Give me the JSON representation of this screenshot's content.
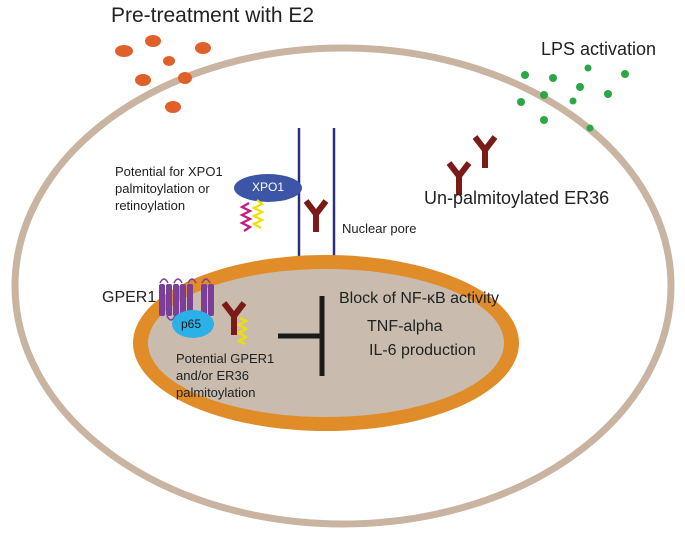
{
  "labels": {
    "pretreatment": "Pre-treatment with E2",
    "lps": "LPS activation",
    "xpo1_note": [
      "Potential for XPO1",
      "palmitoylation or",
      "retinoylation"
    ],
    "xpo1": "XPO1",
    "nuclear_pore": "Nuclear pore",
    "er36_unpalm": "Un-palmitoylated ER36",
    "gper1": "GPER1",
    "p65": "p65",
    "gper1_note": [
      "Potential GPER1",
      "and/or  ER36",
      "palmitoylation"
    ],
    "block": "Block of NF-κB activity",
    "tnf": "TNF-alpha",
    "il6": "IL-6 production"
  },
  "icons": {
    "e2": "orange-dot-icon",
    "lps": "green-dot-icon",
    "receptor": "y-receptor-icon",
    "gpcr": "seven-transmembrane-icon",
    "lipid": "zigzag-lipid-tail-icon",
    "inhibition": "inhibition-bar-icon"
  },
  "colors": {
    "cell_membrane": "#c8b4a0",
    "nucleus_envelope": "#e08c28",
    "nucleus_fill": "#c9bcae",
    "xpo1": "#3d55a6",
    "p65": "#2bb0e8",
    "receptor": "#7a1b18",
    "gper1": "#7d3e98",
    "e2_dot": "#e0602a",
    "lps_dot": "#29a845",
    "pore": "#2b2f7e",
    "lipid_yellow": "#f0e000",
    "lipid_magenta": "#c21e84"
  }
}
